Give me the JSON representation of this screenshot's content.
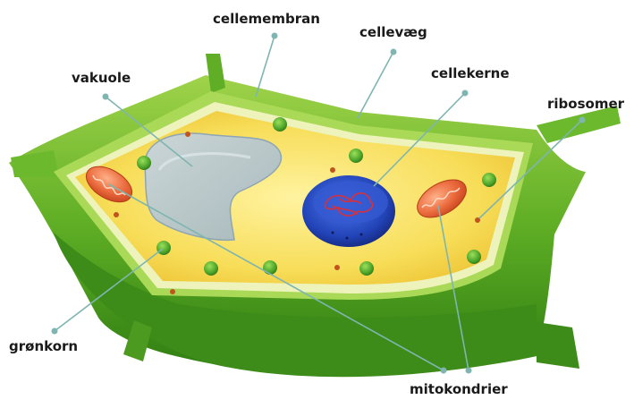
{
  "labels": {
    "cellemembran": "cellemembran",
    "cellevaeg": "cellevæg",
    "cellekerne": "cellekerne",
    "vakuole": "vakuole",
    "ribosomer": "ribosomer",
    "gronkorn": "grønkorn",
    "mitokondrier": "mitokondrier"
  },
  "colors": {
    "cell_wall": "#4f9a1e",
    "cell_wall_light": "#8cc63f",
    "membrane": "#e9f0b0",
    "cytoplasm": "#f7dd58",
    "vacuole": "#b8cbd6",
    "nucleus": "#2546b8",
    "nucleolus_dna": "#d9303a",
    "mitochondria": "#e8643c",
    "chloroplast": "#4aa229",
    "ribosome": "#c0541e",
    "leader_line": "#7fb5b0"
  }
}
